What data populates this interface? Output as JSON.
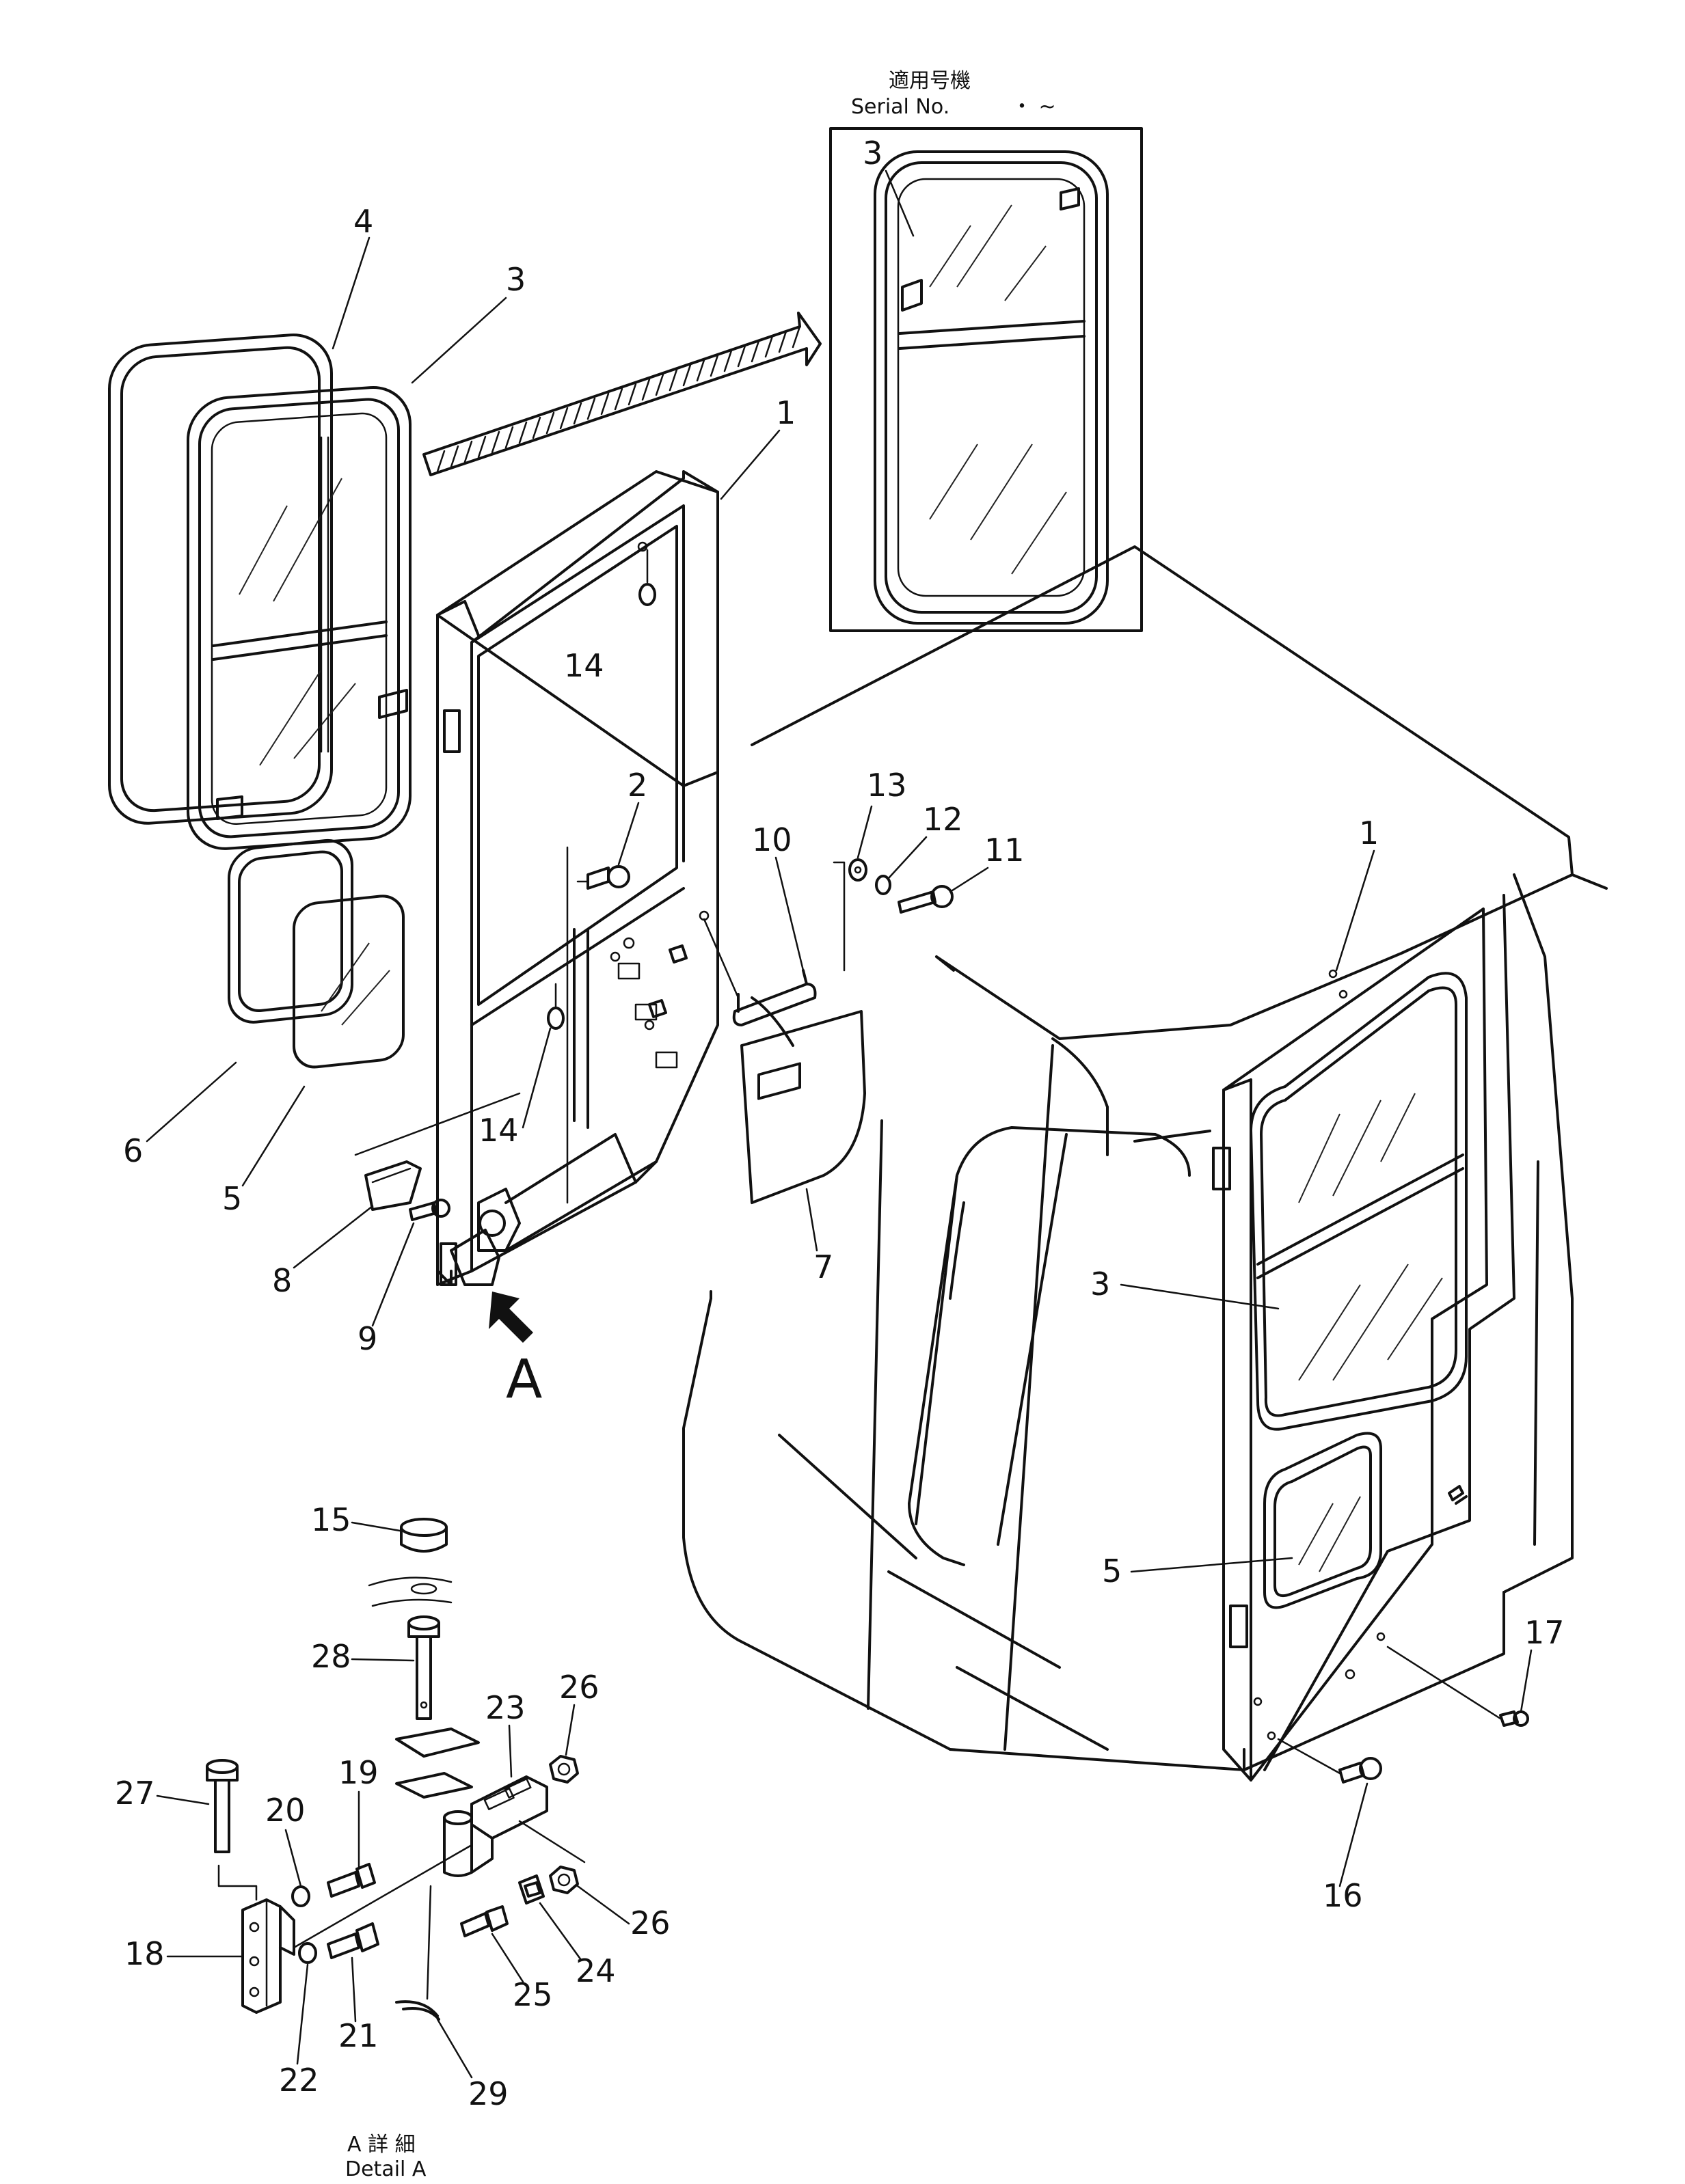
{
  "serial_box": {
    "caption_jp": "適用号機",
    "caption_en": "Serial No.",
    "caption_range": "・ ~"
  },
  "detail_caption": {
    "jp": "A 詳 細",
    "en": "Detail A"
  },
  "view_arrow_label": "A",
  "callouts": {
    "c1_door": "1",
    "c1_cab": "1",
    "c2": "2",
    "c3_left": "3",
    "c3_box": "3",
    "c3_cab": "3",
    "c4": "4",
    "c5_left": "5",
    "c5_cab": "5",
    "c6": "6",
    "c7": "7",
    "c8": "8",
    "c9": "9",
    "c10": "10",
    "c11": "11",
    "c12": "12",
    "c13": "13",
    "c14_top": "14",
    "c14_bottom": "14",
    "c15": "15",
    "c16": "16",
    "c17": "17",
    "c18": "18",
    "c19": "19",
    "c20": "20",
    "c21": "21",
    "c22": "22",
    "c23": "23",
    "c24": "24",
    "c25": "25",
    "c26_top": "26",
    "c26_bottom": "26",
    "c27": "27",
    "c28": "28",
    "c29": "29"
  }
}
